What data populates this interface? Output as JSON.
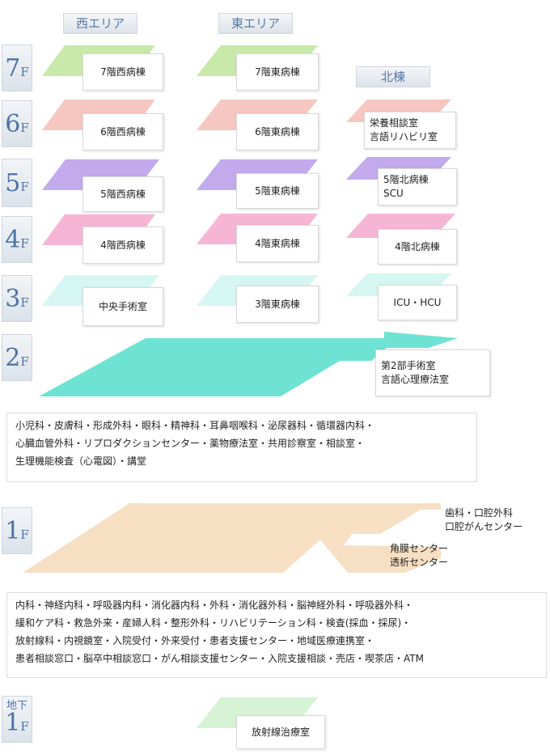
{
  "areas": {
    "west": "西エリア",
    "east": "東エリア",
    "north": "北棟"
  },
  "floors": {
    "f7": {
      "label": "7",
      "unit": "F",
      "west": "7階西病棟",
      "east": "7階東病棟"
    },
    "f6": {
      "label": "6",
      "unit": "F",
      "west": "6階西病棟",
      "east": "6階東病棟",
      "north1": "栄養相談室",
      "north2": "言語リハビリ室"
    },
    "f5": {
      "label": "5",
      "unit": "F",
      "west": "5階西病棟",
      "east": "5階東病棟",
      "north1": "5階北病棟",
      "north2": "SCU"
    },
    "f4": {
      "label": "4",
      "unit": "F",
      "west": "4階西病棟",
      "east": "4階東病棟",
      "north": "4階北病棟"
    },
    "f3": {
      "label": "3",
      "unit": "F",
      "west": "中央手術室",
      "east": "3階東病棟",
      "north": "ICU・HCU"
    },
    "f2": {
      "label": "2",
      "unit": "F",
      "north1": "第2部手術室",
      "north2": "言語心理療法室",
      "depts": [
        "小児科・皮膚科・形成外科・眼科・精神科・耳鼻咽喉科・泌尿器科・循環器内科・",
        "心臓血管外科・リプロダクションセンター・薬物療法室・共用診察室・相談室・",
        "生理機能検査（心電図）・講堂"
      ]
    },
    "f1": {
      "label": "1",
      "unit": "F",
      "dental1": "歯科・口腔外科",
      "dental2": "口腔がんセンター",
      "cornea1": "角膜センター",
      "cornea2": "透析センター",
      "depts": [
        "内科・神経内科・呼吸器内科・消化器内科・外科・消化器外科・脳神経外科・呼吸器外科・",
        "緩和ケア科・救急外来・産婦人科・整形外科・リハビリテーション科・検査(採血・採尿)・",
        "放射線科・内視鏡室・入院受付・外来受付・患者支援センター・地域医療連携室・",
        "患者相談窓口・脳卒中相談窓口・がん相談支援センター・入院支援相談・売店・喫茶店・ATM"
      ]
    },
    "b1": {
      "prefix": "地下",
      "label": "1",
      "unit": "F",
      "east": "放射線治療室"
    }
  },
  "colors": {
    "f7": "#c8e9a9",
    "f6": "#f6c7c0",
    "f5": "#c2aaec",
    "f4": "#f7b5d6",
    "f3": "#d6f6f2",
    "f2": "#6fe3d3",
    "f1": "#f7dfc4",
    "b1": "#d6f3d5"
  }
}
